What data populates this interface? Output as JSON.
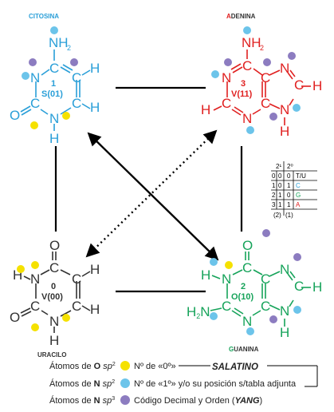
{
  "colors": {
    "cytosine": "#2a9fd8",
    "adenine": "#e02020",
    "uracil": "#333333",
    "guanine": "#16a35a",
    "dot_yellow": "#f5e100",
    "dot_blue": "#6cc4ea",
    "dot_purple": "#8c7cc0"
  },
  "molecules": {
    "cytosine": {
      "name_first": "C",
      "name_rest": "ITOSINA",
      "num": "1",
      "code": "S(01)"
    },
    "adenine": {
      "name_first": "A",
      "name_rest": "DENINA",
      "num": "3",
      "code": "V(11)"
    },
    "uracil": {
      "name_first": "U",
      "name_rest": "RACILO",
      "num": "0",
      "code": "V(00)"
    },
    "guanine": {
      "name_first": "G",
      "name_rest": "UANINA",
      "num": "2",
      "code": "O(10)"
    }
  },
  "atoms": {
    "H": "H",
    "N": "N",
    "C": "C",
    "O": "O",
    "NH2": "NH",
    "H2N": "H",
    "two": "2"
  },
  "table": {
    "header": [
      "2¹",
      "2⁰"
    ],
    "rows": [
      [
        "0",
        "0",
        "0",
        "T/U"
      ],
      [
        "1",
        "0",
        "1",
        "C"
      ],
      [
        "2",
        "1",
        "0",
        "G"
      ],
      [
        "3",
        "1",
        "1",
        "A"
      ]
    ],
    "footer": [
      "(2)",
      "(1)"
    ]
  },
  "legend": {
    "row1_prefix": "Átomos de",
    "row1_atom": "O",
    "row1_sp": "sp",
    "row1_exp": "2",
    "row1_desc": "Nº de «0º»",
    "row2_prefix": "Átomos de",
    "row2_atom": "N",
    "row2_sp": "sp",
    "row2_exp": "2",
    "row2_desc": "Nº de «1º» y/o su posición s/tabla adjunta",
    "row3_prefix": "Átomos de",
    "row3_atom": "N",
    "row3_sp": "sp",
    "row3_exp": "3",
    "row3_desc": "Código Decimal y Orden (",
    "row3_em": "YANG",
    "row3_end": ")",
    "salatino": "SALATINO"
  }
}
